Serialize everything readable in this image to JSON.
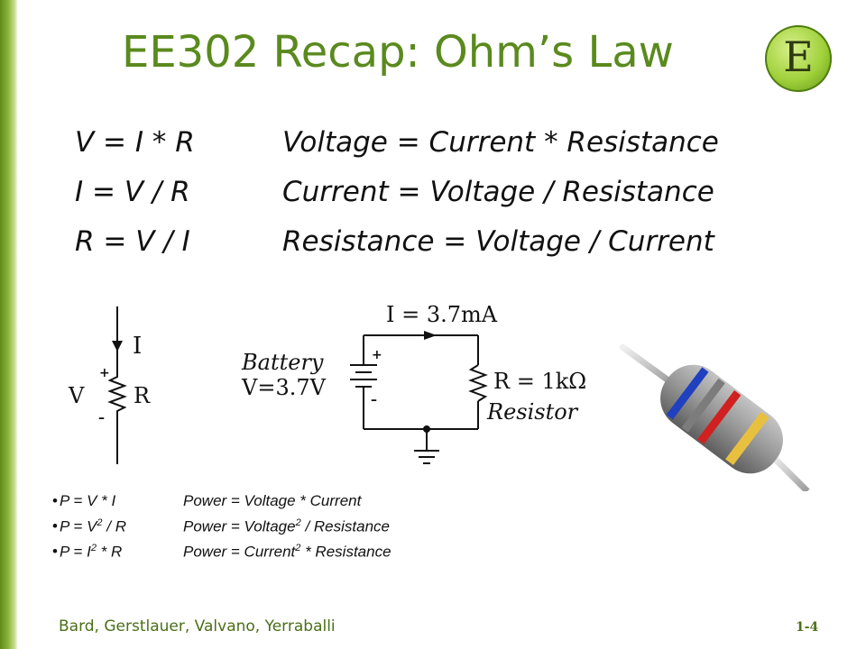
{
  "title": "EE302 Recap: Ohm’s Law",
  "logo": {
    "letter": "E",
    "icon": "ee-logo-icon",
    "color": "#9fd03a"
  },
  "equations": [
    {
      "formula": "V = I * R",
      "meaning": "Voltage = Current * Resistance"
    },
    {
      "formula": "I = V / R",
      "meaning": "Current = Voltage / Resistance"
    },
    {
      "formula": "R = V / I",
      "meaning": "Resistance = Voltage / Current"
    }
  ],
  "symbol_diagram": {
    "current": "I",
    "voltage": "V",
    "resistance": "R",
    "plus": "+",
    "minus": "–"
  },
  "circuit": {
    "current_label": "I = 3.7mA",
    "battery_label": "Battery",
    "battery_voltage": "V=3.7V",
    "resistor_value": "R = 1kΩ",
    "resistor_label": "Resistor",
    "plus": "+",
    "minus": "–"
  },
  "resistor_photo": {
    "icon": "resistor-photo",
    "bands": [
      "#2040c0",
      "#888888",
      "#d02020",
      "#e8c040"
    ]
  },
  "power": [
    {
      "p1": "P = V * I",
      "p1b": "",
      "p1c": "",
      "r1": "Power = Voltage  * Current",
      "r1b": "",
      "r1c": ""
    },
    {
      "p1": "P = V",
      "p1b": "2",
      "p1c": " / R",
      "r1": "Power = Voltage",
      "r1b": "2",
      "r1c": " / Resistance"
    },
    {
      "p1": "P = I",
      "p1b": "2",
      "p1c": " * R",
      "r1": "Power = Current",
      "r1b": "2",
      "r1c": " * Resistance"
    }
  ],
  "footer": {
    "authors": "Bard, Gerstlauer, Valvano, Yerraballi",
    "page": "1-4"
  }
}
